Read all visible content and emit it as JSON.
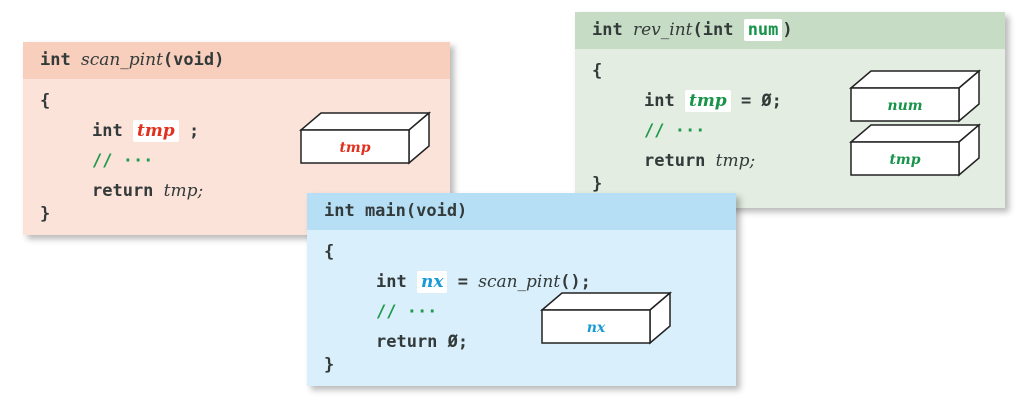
{
  "panels": {
    "scan_pint": {
      "header_kw": "int",
      "header_name": "scan_pint",
      "header_rest": "(void)",
      "open_brace": "{",
      "decl_kw": "int",
      "decl_var": "tmp",
      "decl_end": ";",
      "comment": "// ···",
      "return_kw": "return",
      "return_val": "tmp;",
      "close_brace": "}",
      "box_label": "tmp"
    },
    "rev_int": {
      "header_kw": "int",
      "header_name": "rev_int",
      "header_open": "(int",
      "header_param": "num",
      "header_close": ")",
      "open_brace": "{",
      "decl_kw": "int",
      "decl_var": "tmp",
      "decl_end": "= Ø;",
      "comment": "// ···",
      "return_kw": "return",
      "return_val": "tmp;",
      "close_brace": "}",
      "box_top_label": "num",
      "box_bottom_label": "tmp"
    },
    "main": {
      "header_text": "int main(void)",
      "open_brace": "{",
      "decl_kw": "int",
      "decl_var": "nx",
      "decl_eq": "=",
      "decl_call": "scan_pint",
      "decl_end": "();",
      "comment": "// ···",
      "return_text": "return Ø;",
      "close_brace": "}",
      "box_label": "nx"
    }
  },
  "colors": {
    "scan_accent": "#e0301e",
    "rev_accent": "#17944a",
    "main_accent": "#1a9bd6",
    "comment": "#1e9a4a",
    "code": "#333a3a"
  }
}
